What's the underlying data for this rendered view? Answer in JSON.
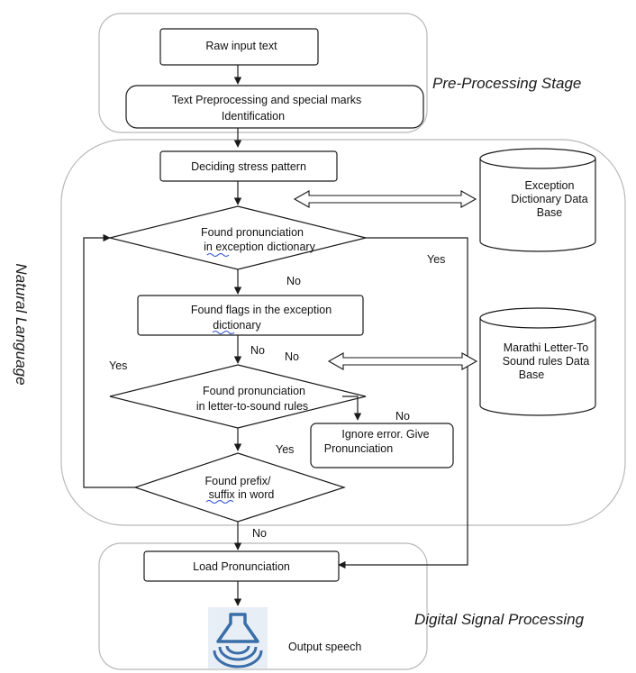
{
  "stages": {
    "pre_processing": "Pre-Processing Stage",
    "natural_language": "Natural Language",
    "digital_signal": "Digital Signal Processing"
  },
  "boxes": {
    "raw_input": "Raw input text",
    "preprocessing_line1": "Text Preprocessing and special marks",
    "preprocessing_line2": "Identification",
    "stress": "Deciding stress pattern",
    "flags_line1": "Found flags in the exception",
    "flags_line2": "dictionary",
    "ignore_line1": "Ignore error. Give",
    "ignore_line2": "Pronunciation",
    "load": "Load Pronunciation"
  },
  "decisions": {
    "exception_line1": "Found pronunciation",
    "exception_line2": "in exception dictionary",
    "lts_line1": "Found pronunciation",
    "lts_line2": "in letter-to-sound rules",
    "prefix_line1": "Found prefix/",
    "prefix_line2": "suffix in word"
  },
  "databases": {
    "exception_line1": "Exception",
    "exception_line2": "Dictionary Data",
    "exception_line3": "Base",
    "marathi_line1": "Marathi Letter-To",
    "marathi_line2": "Sound rules Data",
    "marathi_line3": "Base"
  },
  "edge_labels": {
    "yes_exception": "Yes",
    "no_exception": "No",
    "no_flags": "No",
    "no_middle": "No",
    "yes_loop": "Yes",
    "no_lts": "No",
    "yes_prefix": "Yes",
    "no_prefix": "No"
  },
  "output_label": "Output speech",
  "colors": {
    "stroke": "#1a1a1a",
    "region_stroke": "#b8b8b8",
    "icon_blue": "#3a6ea8",
    "icon_bg": "#e8eef5",
    "squiggle": "#2b4fd6"
  }
}
